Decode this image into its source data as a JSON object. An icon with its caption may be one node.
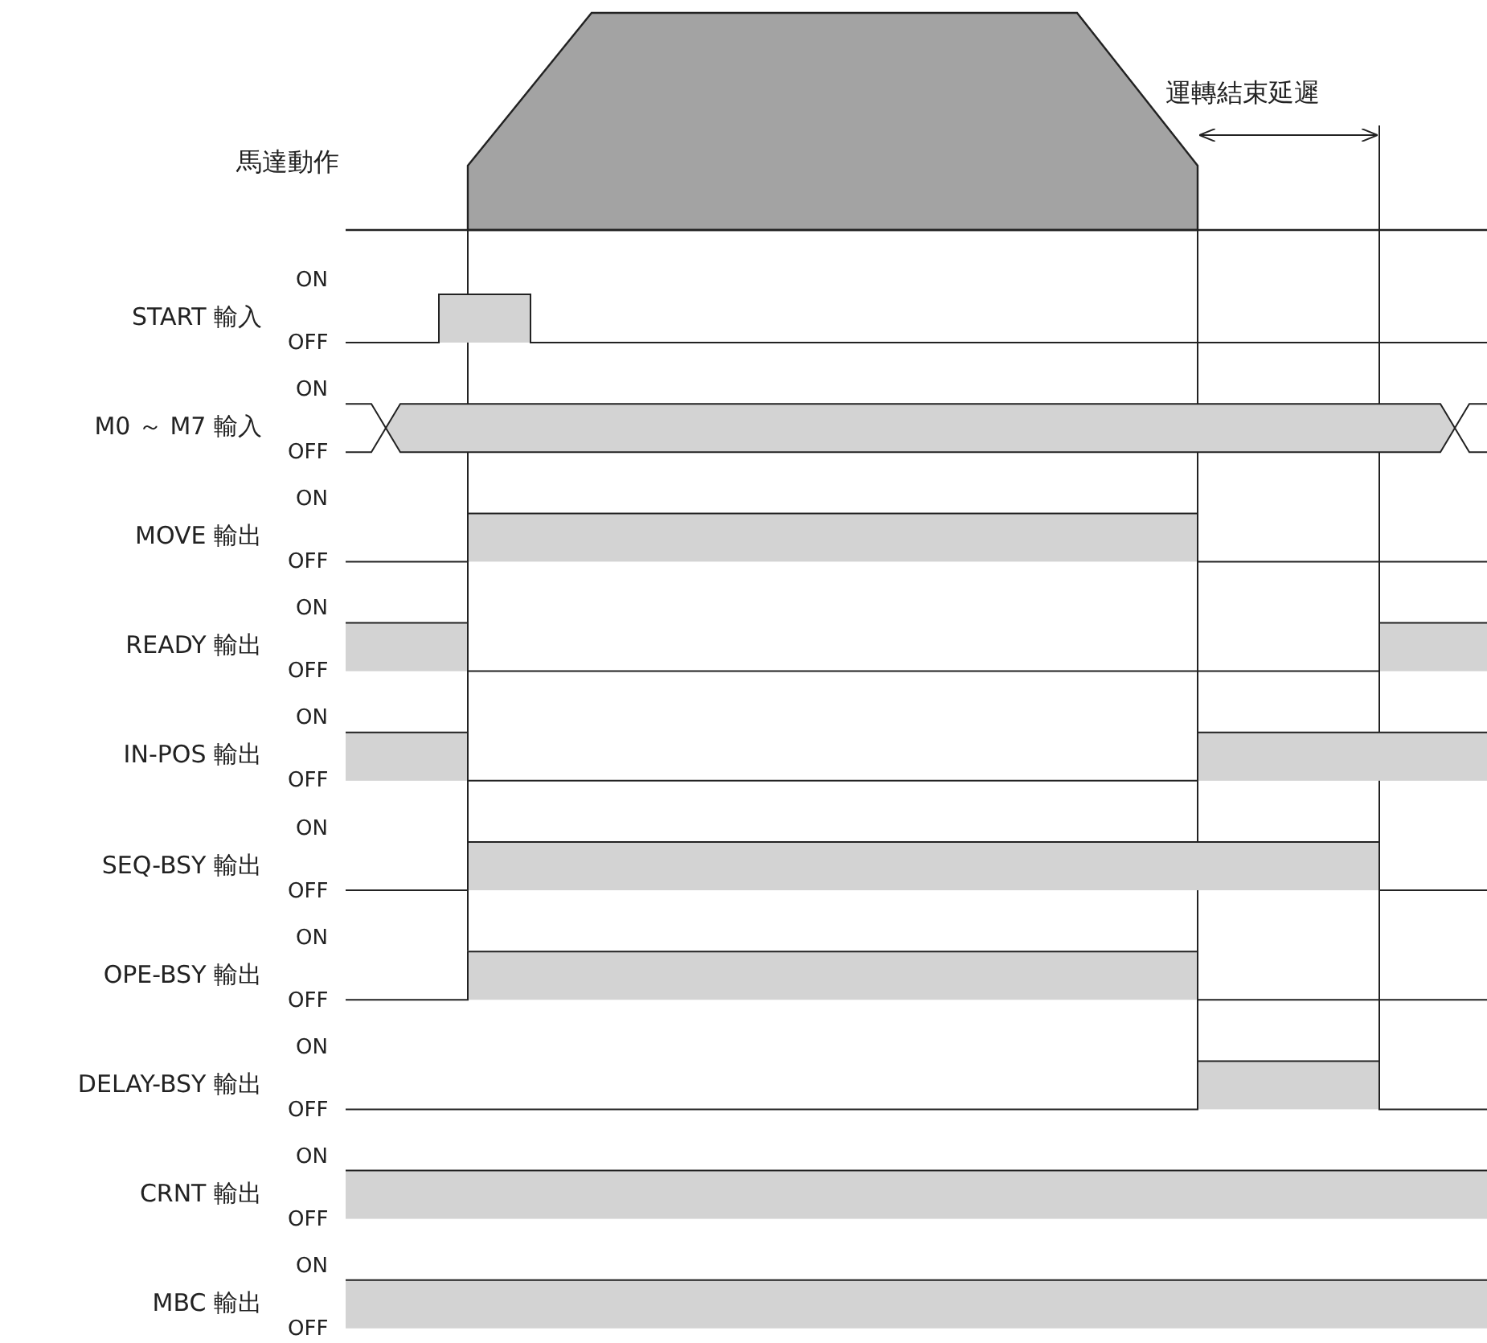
{
  "diagram": {
    "labels": [
      "馬達動作",
      "運轉結束延遲",
      "START 輸入",
      "ON",
      "OFF",
      "M0 ～ M7 輸入",
      "ON",
      "OFF",
      "MOVE 輸出",
      "ON",
      "OFF",
      "READY 輸出",
      "ON",
      "OFF",
      "IN-POS 輸出",
      "ON",
      "OFF",
      "SEQ-BSY 輸出",
      "ON",
      "OFF",
      "OPE-BSY 輸出",
      "ON",
      "OFF",
      "DELAY-BSY 輸出",
      "ON",
      "OFF",
      "CRNT 輸出",
      "ON",
      "OFF",
      "MBC 輸出",
      "ON",
      "OFF"
    ]
  }
}
